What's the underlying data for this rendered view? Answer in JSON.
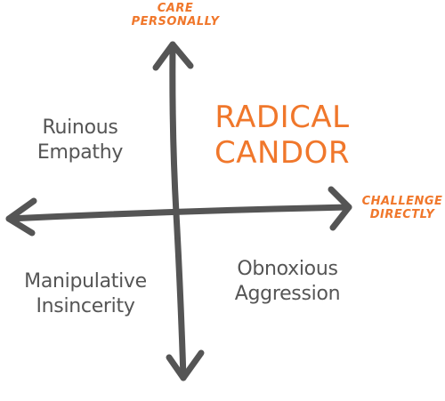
{
  "axes": {
    "vertical_top": [
      "CARE",
      "PERSONALLY"
    ],
    "horizontal_right": [
      "CHALLENGE",
      "DIRECTLY"
    ]
  },
  "quadrants": {
    "top_left": [
      "Ruinous",
      "Empathy"
    ],
    "top_right": [
      "RADICAL",
      "CANDOR"
    ],
    "bottom_left": [
      "Manipulative",
      "Insincerity"
    ],
    "bottom_right": [
      "Obnoxious",
      "Aggression"
    ]
  },
  "colors": {
    "accent": "#f0772b",
    "text": "#555555",
    "axis": "#555555"
  }
}
